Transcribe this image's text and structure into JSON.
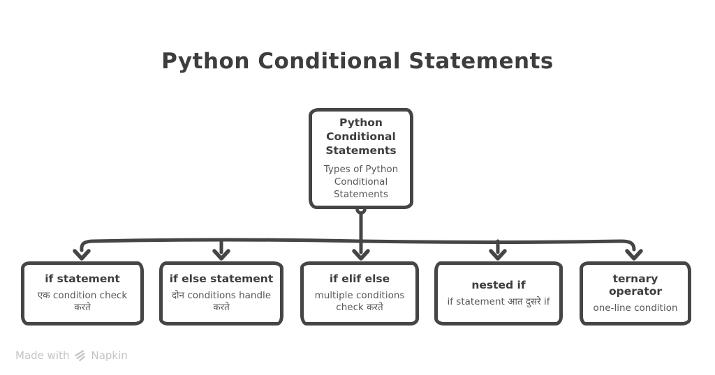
{
  "title": "Python Conditional Statements",
  "root_node": {
    "title": "Python Conditional Statements",
    "subtitle": "Types of Python Conditional Statements"
  },
  "children": [
    {
      "title": "if statement",
      "desc": "एक condition check करते"
    },
    {
      "title": "if else statement",
      "desc": "दोन conditions handle करते"
    },
    {
      "title": "if elif else",
      "desc": "multiple conditions check करते"
    },
    {
      "title": "nested if",
      "desc": "if statement आत दुसरे if"
    },
    {
      "title": "ternary operator",
      "desc": "one-line condition"
    }
  ],
  "footer": {
    "made_with": "Made with",
    "brand": "Napkin"
  },
  "icons": {
    "napkin_logo": "napkin-chevron-stripes"
  },
  "colors": {
    "stroke": "#454545",
    "title_text": "#3d3d3d",
    "desc_text": "#585858",
    "watermark": "#c4c4c4",
    "background": "#ffffff"
  }
}
